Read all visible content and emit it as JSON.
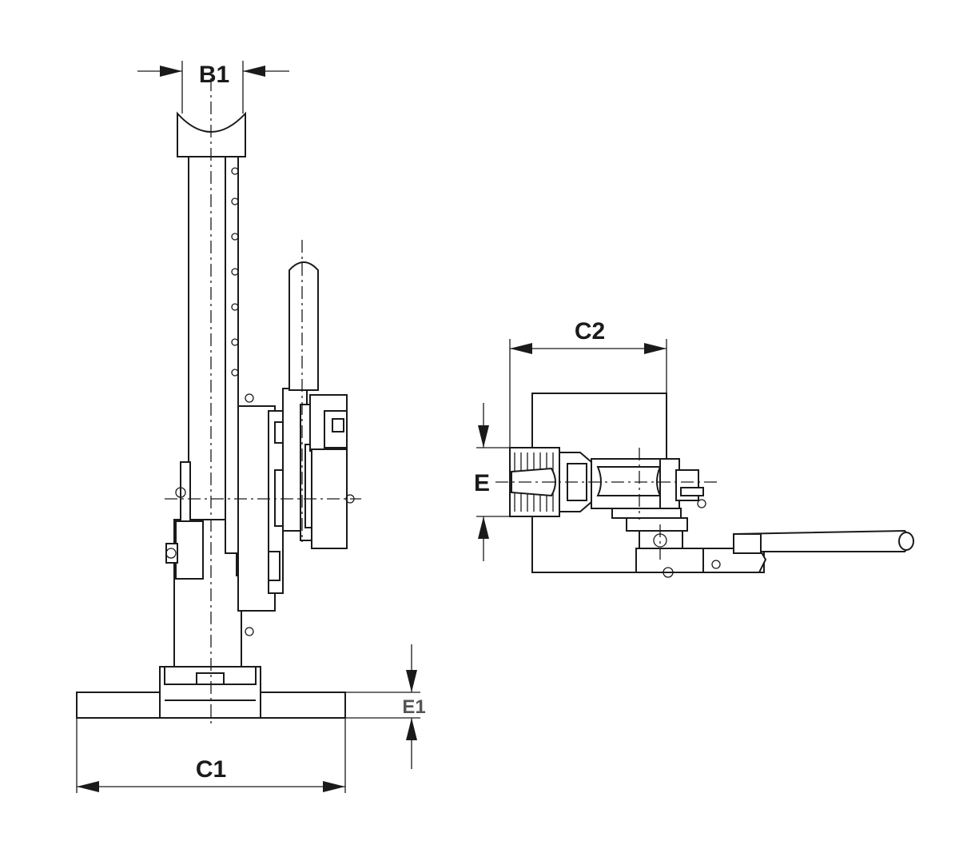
{
  "dimensions": {
    "b1": "B1",
    "c1": "C1",
    "e1": "E1",
    "c2": "C2",
    "e": "E"
  }
}
